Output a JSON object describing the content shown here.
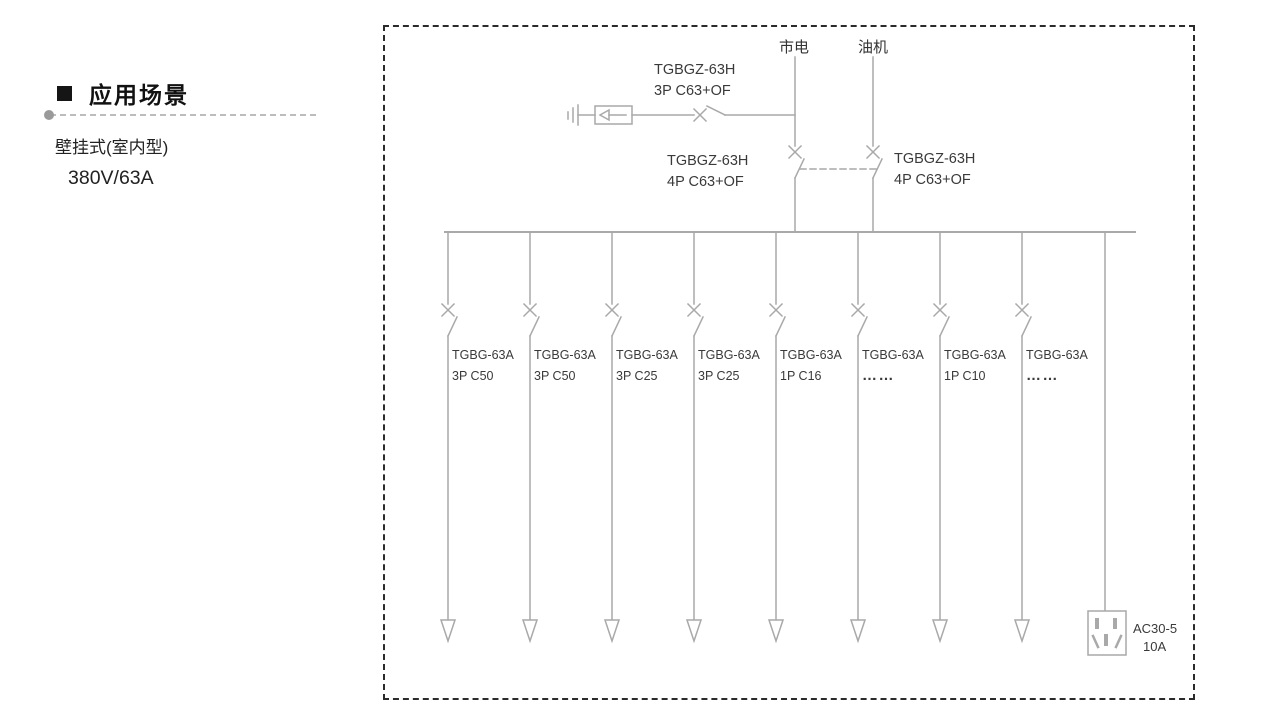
{
  "intro": {
    "title": "应用场景",
    "subtitle": "壁挂式(室内型)",
    "rating": "380V/63A"
  },
  "diagram": {
    "sources": [
      {
        "label": "市电"
      },
      {
        "label": "油机"
      }
    ],
    "spd_breaker": {
      "model": "TGBGZ-63H",
      "spec": "3P C63+OF"
    },
    "incomers": [
      {
        "model": "TGBGZ-63H",
        "spec": "4P C63+OF"
      },
      {
        "model": "TGBGZ-63H",
        "spec": "4P C63+OF"
      }
    ],
    "feeders": [
      {
        "model": "TGBG-63A",
        "spec": "3P C50"
      },
      {
        "model": "TGBG-63A",
        "spec": "3P C50"
      },
      {
        "model": "TGBG-63A",
        "spec": "3P C25"
      },
      {
        "model": "TGBG-63A",
        "spec": "3P C25"
      },
      {
        "model": "TGBG-63A",
        "spec": "1P C16"
      },
      {
        "model": "TGBG-63A",
        "spec": "……"
      },
      {
        "model": "TGBG-63A",
        "spec": "1P C10"
      },
      {
        "model": "TGBG-63A",
        "spec": "……"
      }
    ],
    "socket": {
      "model": "AC30-5",
      "rating": "10A"
    }
  },
  "colors": {
    "wire": "#a9a9a9",
    "label_text": "#3a3a3a",
    "frame_border": "#2b2b2b",
    "title_text": "#111111"
  }
}
